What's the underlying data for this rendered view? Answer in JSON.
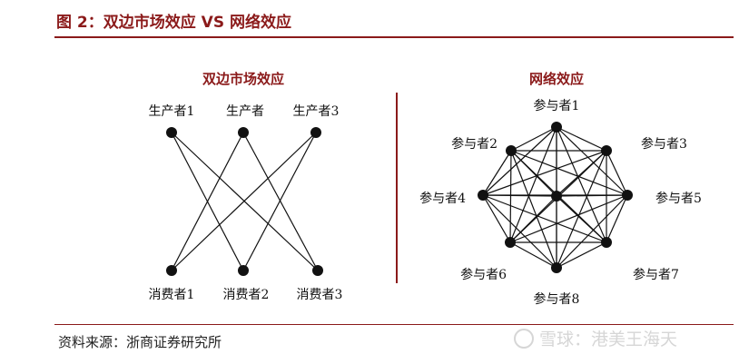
{
  "figure_title": "图 2：双边市场效应 VS 网络效应",
  "source_text": "资料来源：浙商证券研究所",
  "watermark_text": "雪球：港美王海天",
  "colors": {
    "accent": "#8b1a1a",
    "lines": "#111111"
  },
  "left_diagram": {
    "title": "双边市场效应",
    "producers": [
      "生产者1",
      "生产者",
      "生产者3"
    ],
    "consumers": [
      "消费者1",
      "消费者2",
      "消费者3"
    ]
  },
  "right_diagram": {
    "title": "网络效应",
    "participants": [
      "参与者1",
      "参与者2",
      "参与者3",
      "参与者4",
      "参与者5",
      "参与者6",
      "参与者7",
      "参与者8"
    ]
  }
}
